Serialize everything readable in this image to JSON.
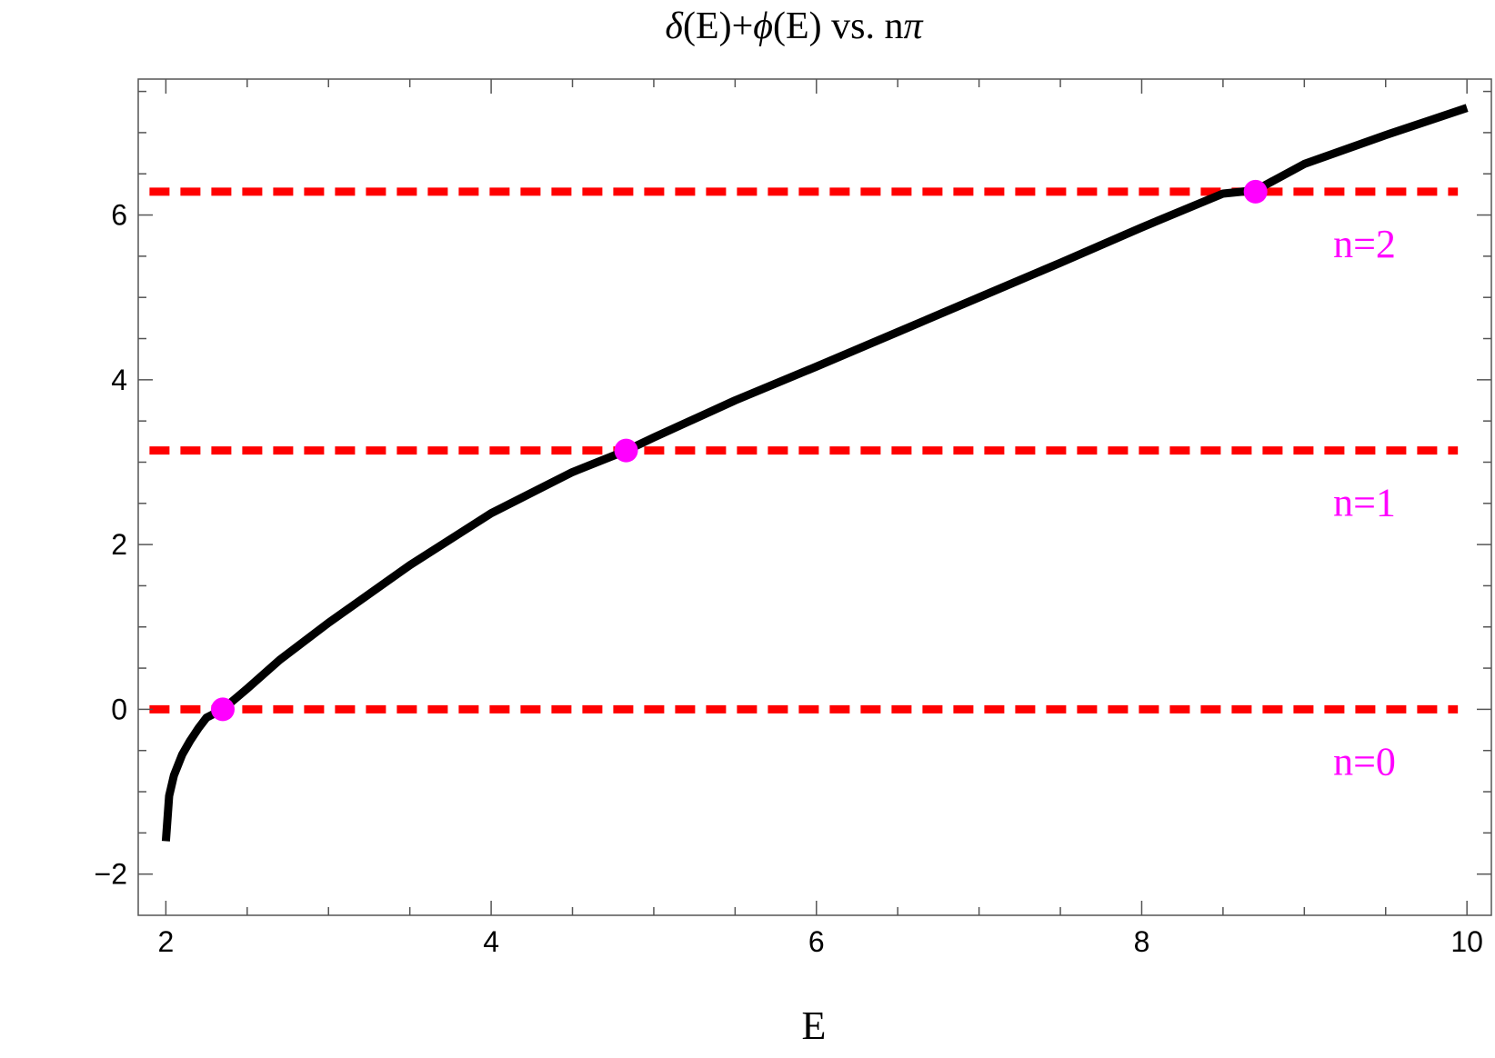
{
  "chart_data": {
    "type": "line",
    "title": {
      "delta": "δ",
      "part1": "(E)+",
      "phi": "ϕ",
      "part2": "(E)  vs.  n",
      "pi": "π"
    },
    "xlabel": "E",
    "ylabel": "",
    "xlim": [
      1.83,
      10.15
    ],
    "ylim": [
      -2.5,
      7.65
    ],
    "x_ticks": [
      2,
      4,
      6,
      8,
      10
    ],
    "x_tick_labels": [
      "2",
      "4",
      "6",
      "8",
      "10"
    ],
    "x_minor_ticks": [
      2.5,
      3,
      3.5,
      4.5,
      5,
      5.5,
      6.5,
      7,
      7.5,
      8.5,
      9,
      9.5
    ],
    "y_ticks": [
      -2,
      0,
      2,
      4,
      6
    ],
    "y_tick_labels": [
      "−2",
      "0",
      "2",
      "4",
      "6"
    ],
    "y_minor_ticks": [
      -1.5,
      -1,
      -0.5,
      0.5,
      1,
      1.5,
      2.5,
      3,
      3.5,
      4.5,
      5,
      5.5,
      6.5,
      7,
      7.5
    ],
    "grid": false,
    "series": [
      {
        "x": [
          2.0,
          2.02,
          2.05,
          2.1,
          2.15,
          2.2,
          2.25,
          2.35,
          2.5,
          2.7,
          3.0,
          3.5,
          4.0,
          4.5,
          4.83,
          5.0,
          5.5,
          6.0,
          6.5,
          7.0,
          7.5,
          8.0,
          8.5,
          8.7,
          9.0,
          9.5,
          10.0
        ],
        "y": [
          -1.6,
          -1.05,
          -0.8,
          -0.55,
          -0.38,
          -0.23,
          -0.1,
          0.0,
          0.25,
          0.6,
          1.05,
          1.75,
          2.38,
          2.88,
          3.14,
          3.3,
          3.75,
          4.16,
          4.58,
          5.0,
          5.42,
          5.85,
          6.26,
          6.3,
          6.62,
          6.97,
          7.3
        ],
        "color": "#000000"
      }
    ],
    "levels": [
      {
        "y": 0,
        "label": "n=0"
      },
      {
        "y": 3.14159,
        "label": "n=1"
      },
      {
        "y": 6.28319,
        "label": "n=2"
      }
    ],
    "intersections": [
      {
        "x": 2.35,
        "y": 0
      },
      {
        "x": 4.83,
        "y": 3.14159
      },
      {
        "x": 8.7,
        "y": 6.28319
      }
    ],
    "level_color": "#ff0000",
    "marker_color": "#ff00ff",
    "label_color": "#ff00ff"
  }
}
